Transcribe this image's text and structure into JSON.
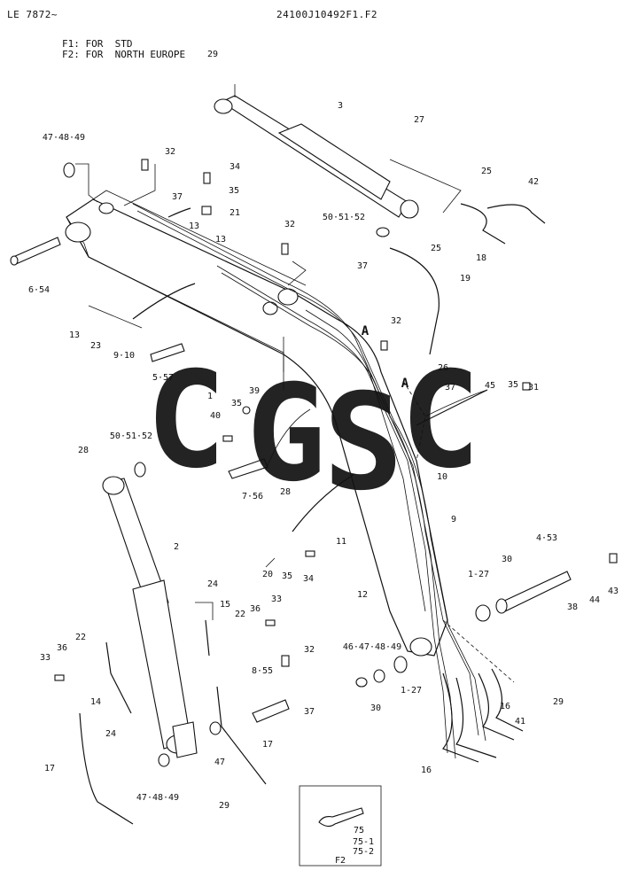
{
  "header": {
    "model": "LE 7872~",
    "drawing_number": "24100J10492F1.F2"
  },
  "notes": {
    "f1": "F1: FOR  STD",
    "f2": "F2: FOR  NORTH EUROPE"
  },
  "watermark": {
    "letters": [
      "C",
      "G",
      "S",
      "C"
    ],
    "colors": [
      "#4f8ff7",
      "#f26a6a",
      "#f8d54a",
      "#2fa873"
    ]
  },
  "callouts": [
    "29",
    "3",
    "27",
    "47·48·49",
    "32",
    "37",
    "34",
    "35",
    "21",
    "25",
    "42",
    "13",
    "13",
    "50·51·52",
    "25",
    "18",
    "32",
    "37",
    "19",
    "6·54",
    "13",
    "23",
    "9·10",
    "A",
    "32",
    "26",
    "A",
    "5·57",
    "1",
    "39",
    "37",
    "45",
    "35",
    "31",
    "40",
    "35",
    "50·51·52",
    "28",
    "28",
    "7·56",
    "10",
    "9",
    "2",
    "11",
    "12",
    "4·53",
    "43",
    "20",
    "35",
    "34",
    "1-27",
    "30",
    "38",
    "44",
    "24",
    "15",
    "36",
    "33",
    "22",
    "32",
    "33",
    "36",
    "22",
    "46·47·48·49",
    "8·55",
    "37",
    "1-27",
    "30",
    "29",
    "14",
    "24",
    "16",
    "41",
    "17",
    "47",
    "17",
    "16",
    "47·48·49",
    "29",
    "75",
    "75-1",
    "75-2",
    "F2"
  ]
}
